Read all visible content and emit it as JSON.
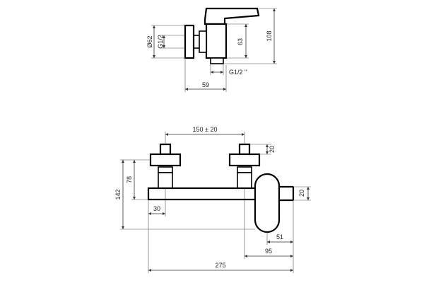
{
  "drawing": {
    "side_view": {
      "diameter_label": "Ø62",
      "thread_label": "G1/2",
      "height_label": "63",
      "total_height_label": "108",
      "outlet_thread_label": "G1/2 \"",
      "depth_label": "59"
    },
    "front_view": {
      "spacing_label": "150 ± 20",
      "top_label": "20",
      "handle_label": "20",
      "height_78_label": "78",
      "height_142_label": "142",
      "offset_30_label": "30",
      "offset_51_label": "51",
      "offset_95_label": "95",
      "total_width_label": "275"
    }
  }
}
